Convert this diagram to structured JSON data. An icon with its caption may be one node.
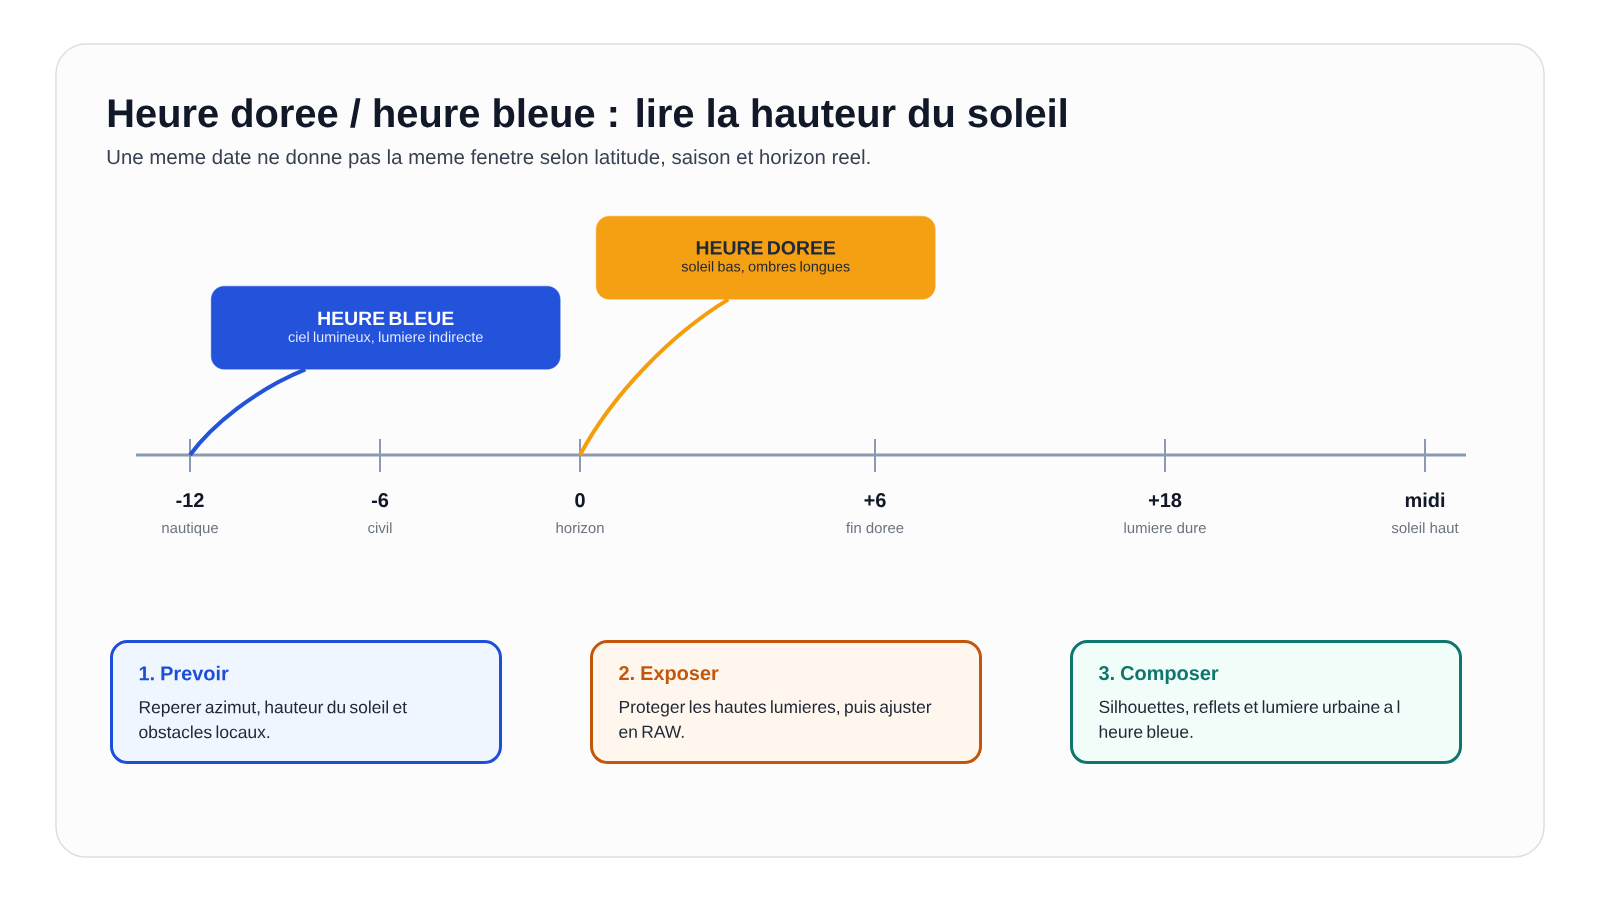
{
  "diagram": {
    "title": "Heure doree / heure bleue : lire la hauteur du soleil",
    "nodes": [
      {
        "text": [
          "HEURE BLEUE",
          "ciel lumineux, lumiere indirecte"
        ]
      },
      {
        "text": [
          "HEURE DOREE",
          "soleil bas, ombres longues"
        ]
      },
      {
        "text": [
          "1. Prevoir",
          "Reperer azimut, hauteur du soleil et obstacles locaux."
        ]
      },
      {
        "text": [
          "2. Exposer",
          "Proteger les hautes lumieres, puis ajuster en RAW."
        ]
      },
      {
        "text": [
          "3. Composer",
          "Silhouettes, reflets et lumiere urbaine a l heure bleue."
        ]
      }
    ],
    "edges": [
      {
        "from": 0,
        "to": null,
        "arrow": "none",
        "color": "#2453db"
      },
      {
        "from": 1,
        "to": null,
        "arrow": "none",
        "color": "#f59e0b"
      }
    ],
    "labels": [
      "Une meme date ne donne pas la meme fenetre selon latitude, saison et horizon reel.",
      "-12",
      "nautique",
      "-6",
      "civil",
      "0",
      "horizon",
      "+6",
      "fin doree",
      "+18",
      "lumiere dure",
      "midi",
      "soleil haut"
    ]
  }
}
